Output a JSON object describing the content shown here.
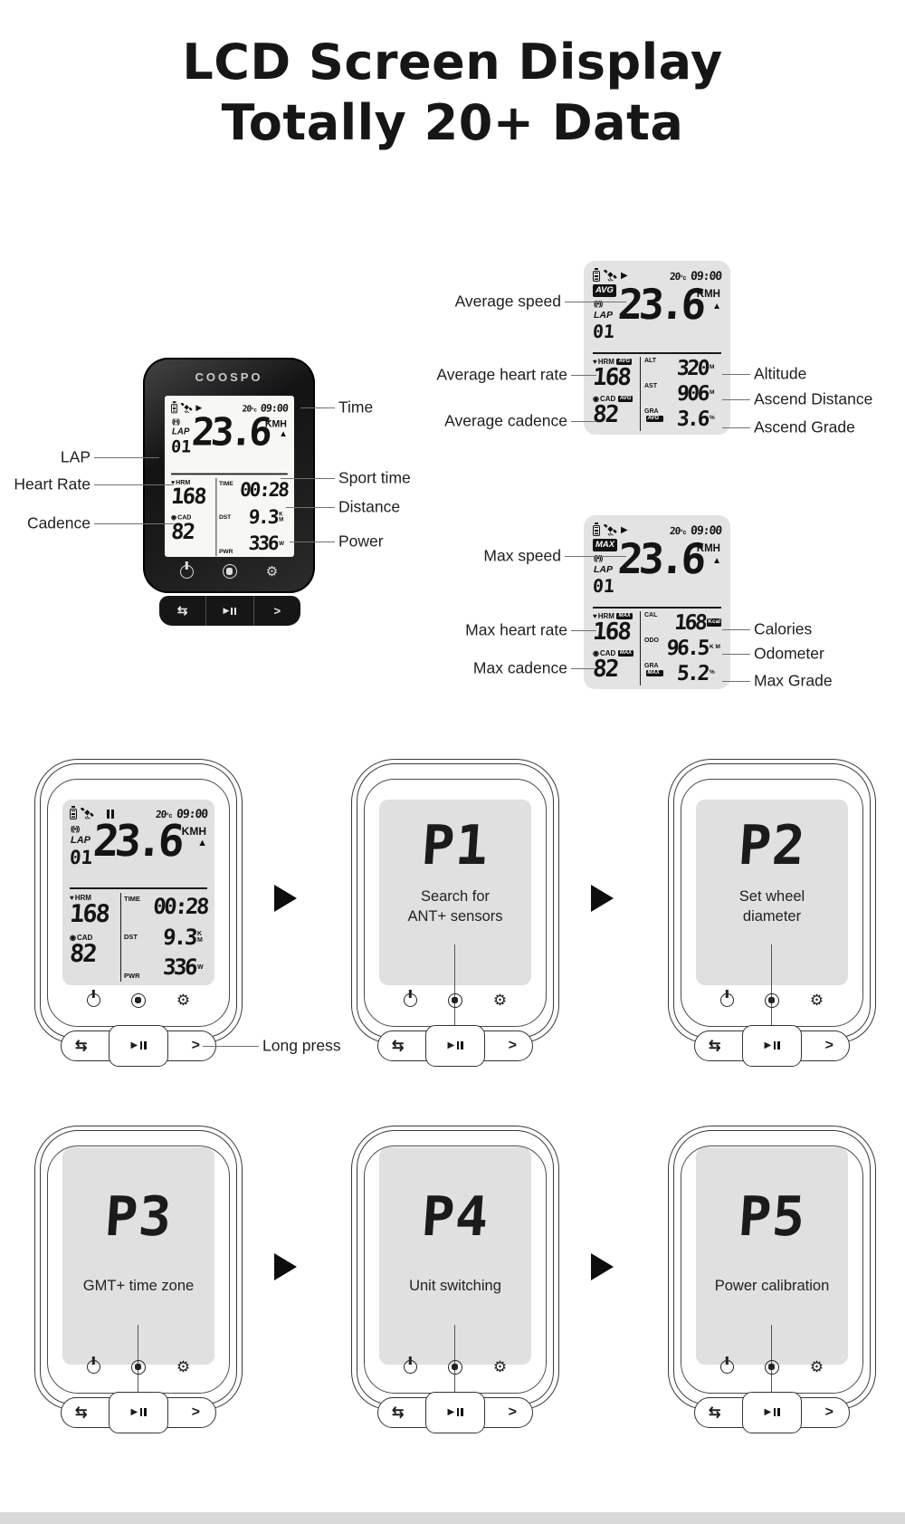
{
  "title": {
    "line1": "LCD Screen Display",
    "line2": "Totally 20+ Data"
  },
  "brand": "COOSPO",
  "icons": {
    "play": "▶",
    "up_arrow": "▲",
    "gear": "⚙",
    "antenna": "((•))",
    "heart": "♥",
    "cadence": "◉",
    "loop": "⇆",
    "chevron": ">"
  },
  "main_device": {
    "lcd": {
      "temp": "20",
      "temp_unit": "°c",
      "clock": "09:00",
      "speed": "23.6",
      "speed_unit": "KMH",
      "lap_label": "LAP",
      "lap_value": "01",
      "hrm_label": "HRM",
      "hrm_value": "168",
      "time_label": "TIME",
      "time_value": "00:28",
      "dst_label": "DST",
      "dst_value": "9.3",
      "dst_unit": "K M",
      "cad_label": "CAD",
      "cad_value": "82",
      "pwr_label": "PWR",
      "pwr_value": "336",
      "pwr_unit": "W"
    },
    "callouts": {
      "time": "Time",
      "lap": "LAP",
      "heart_rate": "Heart Rate",
      "cadence": "Cadence",
      "sport_time": "Sport time",
      "distance": "Distance",
      "power": "Power"
    }
  },
  "avg_panel": {
    "lcd": {
      "temp": "20",
      "temp_unit": "°c",
      "clock": "09:00",
      "badge": "AVG",
      "speed": "23.6",
      "speed_unit": "KMH",
      "lap_label": "LAP",
      "lap_value": "01",
      "hrm_label": "HRM",
      "hrm_badge": "AVG",
      "hrm_value": "168",
      "cad_label": "CAD",
      "cad_badge": "AVG",
      "cad_value": "82",
      "rows": [
        {
          "label": "ALT",
          "badge": "",
          "value": "320",
          "unit": "M"
        },
        {
          "label": "AST",
          "badge": "",
          "value": "906",
          "unit": "M"
        },
        {
          "label": "GRA",
          "badge": "AVG",
          "value": "3.6",
          "unit": "%"
        }
      ]
    },
    "callouts_left": [
      "Average speed",
      "Average heart rate",
      "Average cadence"
    ],
    "callouts_right": [
      "Altitude",
      "Ascend Distance",
      "Ascend Grade"
    ]
  },
  "max_panel": {
    "lcd": {
      "temp": "20",
      "temp_unit": "°c",
      "clock": "09:00",
      "badge": "MAX",
      "speed": "23.6",
      "speed_unit": "KMH",
      "lap_label": "LAP",
      "lap_value": "01",
      "hrm_label": "HRM",
      "hrm_badge": "MAX",
      "hrm_value": "168",
      "cad_label": "CAD",
      "cad_badge": "MAX",
      "cad_value": "82",
      "rows": [
        {
          "label": "CAL",
          "badge": "",
          "value": "168",
          "unit": "Kcal"
        },
        {
          "label": "ODO",
          "badge": "",
          "value": "96.5",
          "unit": "K M"
        },
        {
          "label": "GRA",
          "badge": "MAX",
          "value": "5.2",
          "unit": "%"
        }
      ]
    },
    "callouts_left": [
      "Max speed",
      "Max heart rate",
      "Max cadence"
    ],
    "callouts_right": [
      "Calories",
      "Odometer",
      "Max Grade"
    ]
  },
  "flow": {
    "long_press": "Long press",
    "screens": [
      {
        "code": "P1",
        "line1": "Search for",
        "line2": "ANT+ sensors"
      },
      {
        "code": "P2",
        "line1": "Set wheel",
        "line2": "diameter"
      },
      {
        "code": "P3",
        "line1": "GMT+ time zone",
        "line2": ""
      },
      {
        "code": "P4",
        "line1": "Unit switching",
        "line2": ""
      },
      {
        "code": "P5",
        "line1": "Power calibration",
        "line2": ""
      }
    ]
  }
}
